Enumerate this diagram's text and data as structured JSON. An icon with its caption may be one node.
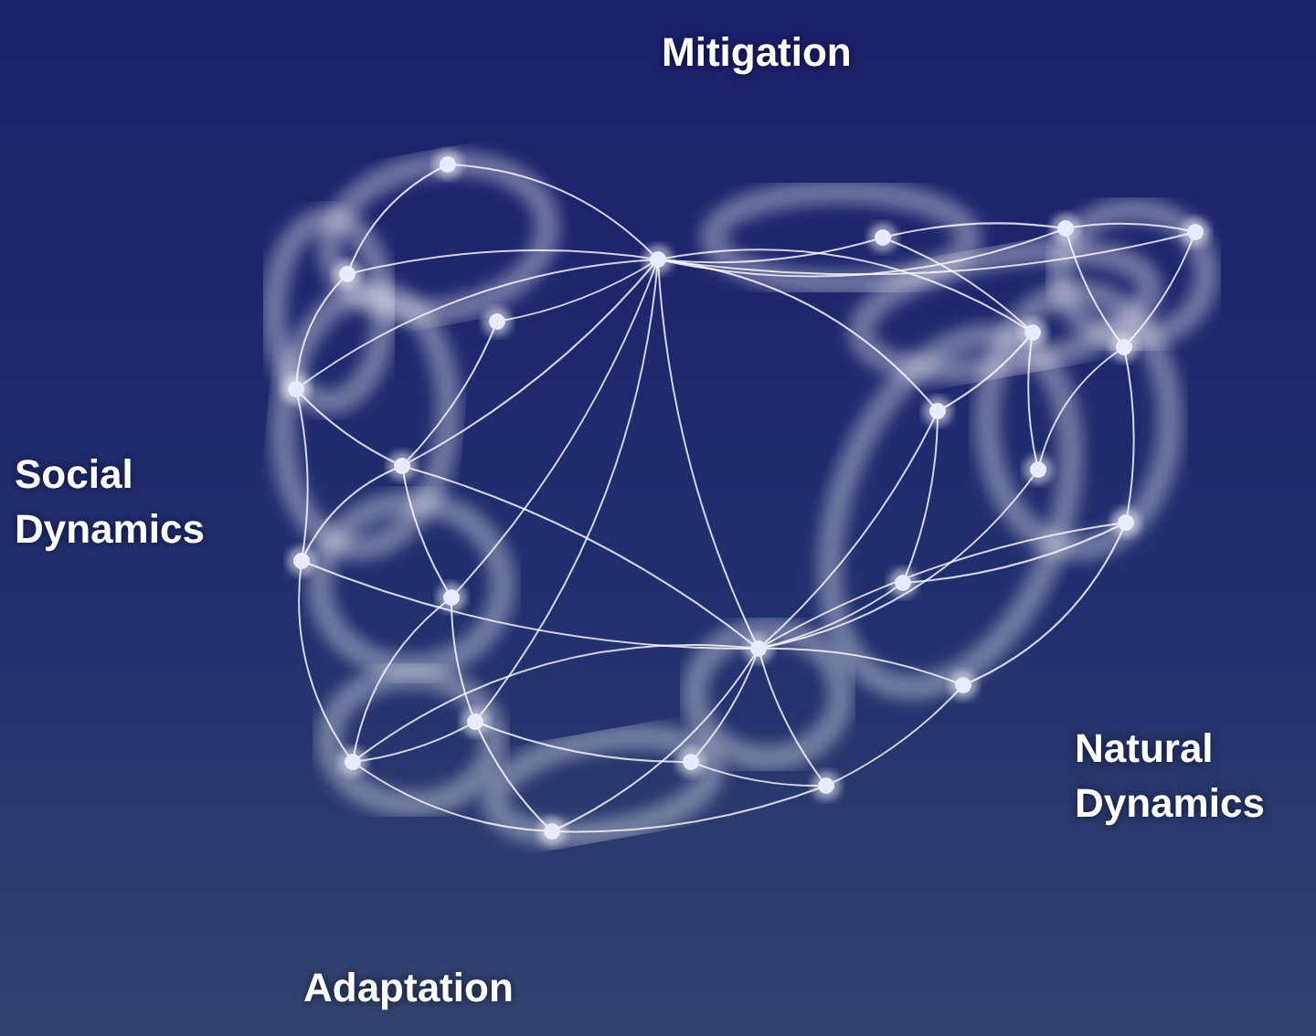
{
  "diagram": {
    "labels": [
      "Mitigation",
      "Social Dynamics",
      "Natural Dynamics",
      "Adaptation"
    ]
  }
}
